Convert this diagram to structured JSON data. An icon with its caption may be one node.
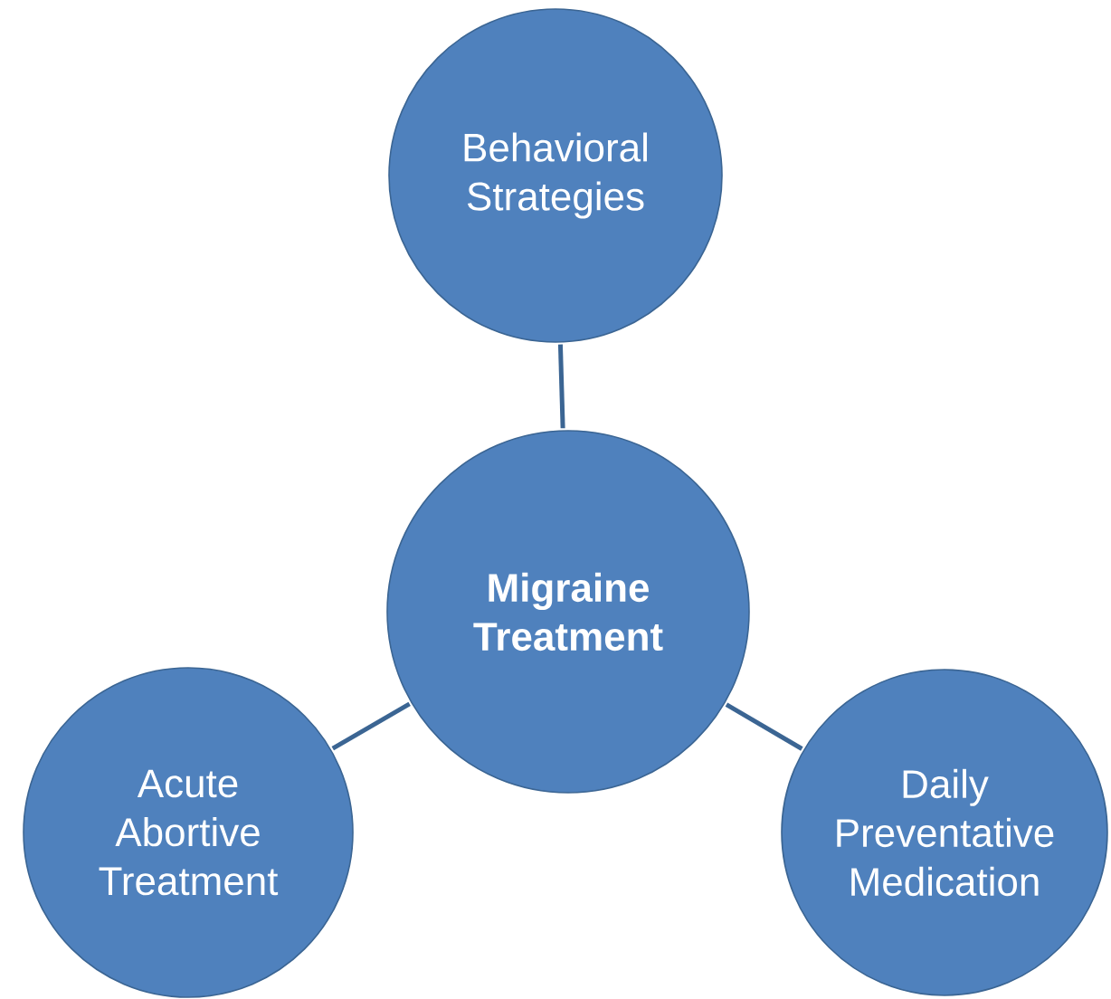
{
  "diagram": {
    "nodes": [
      {
        "text": [
          "Behavioral Strategies"
        ]
      },
      {
        "text": [
          "Migraine Treatment"
        ]
      },
      {
        "text": [
          "Acute Abortive Treatment"
        ]
      },
      {
        "text": [
          "Daily Preventative Medication"
        ]
      }
    ],
    "edges": [
      {
        "from": 1,
        "to": 0,
        "arrow": "none"
      },
      {
        "from": 1,
        "to": 2,
        "arrow": "none"
      },
      {
        "from": 1,
        "to": 3,
        "arrow": "none"
      }
    ]
  }
}
